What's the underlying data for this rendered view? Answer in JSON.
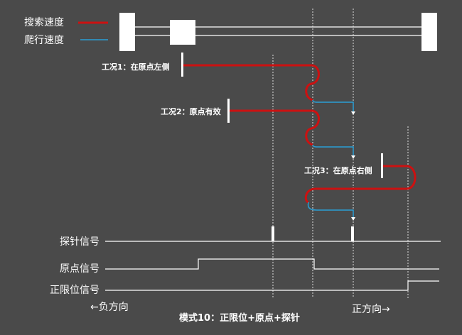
{
  "legend": {
    "search_speed": "搜索速度",
    "crawl_speed": "爬行速度"
  },
  "cases": {
    "case1": "工况1：在原点左侧",
    "case2": "工况2：原点有效",
    "case3": "工况3：在原点右侧"
  },
  "signals": {
    "probe": "探针信号",
    "origin": "原点信号",
    "positive_limit": "正限位信号"
  },
  "directions": {
    "negative": "←负方向",
    "positive": "正方向→"
  },
  "caption": "模式10：正限位+原点+探针",
  "colors": {
    "background": "#4a4a4a",
    "search_speed": "#cc1111",
    "crawl_speed": "#2a9fd6",
    "line": "#ffffff"
  }
}
